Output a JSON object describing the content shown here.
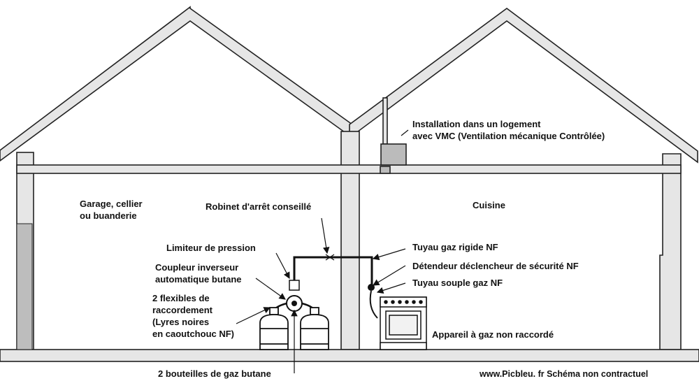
{
  "labels": {
    "vmc_line1": "Installation dans un logement",
    "vmc_line2": "avec VMC (Ventilation mécanique Contrôlée)",
    "garage_line1": "Garage, cellier",
    "garage_line2": "ou buanderie",
    "cuisine": "Cuisine",
    "robinet": "Robinet d'arrêt conseillé",
    "limiteur": "Limiteur de pression",
    "coupleur_line1": "Coupleur inverseur",
    "coupleur_line2": "automatique butane",
    "flexibles_line1": "2 flexibles de",
    "flexibles_line2": "raccordement",
    "flexibles_line3": "(Lyres noires",
    "flexibles_line4": "en caoutchouc NF)",
    "tuyau_rigide": "Tuyau gaz rigide NF",
    "detendeur": "Détendeur déclencheur de sécurité NF",
    "tuyau_souple": "Tuyau souple gaz NF",
    "appareil": "Appareil à gaz non raccordé",
    "bouteilles": "2 bouteilles de gaz butane",
    "footer": "www.Picbleu. fr Schéma non contractuel"
  },
  "colors": {
    "wall_fill": "#e6e6e6",
    "wall_stroke": "#222222",
    "text": "#111111"
  }
}
